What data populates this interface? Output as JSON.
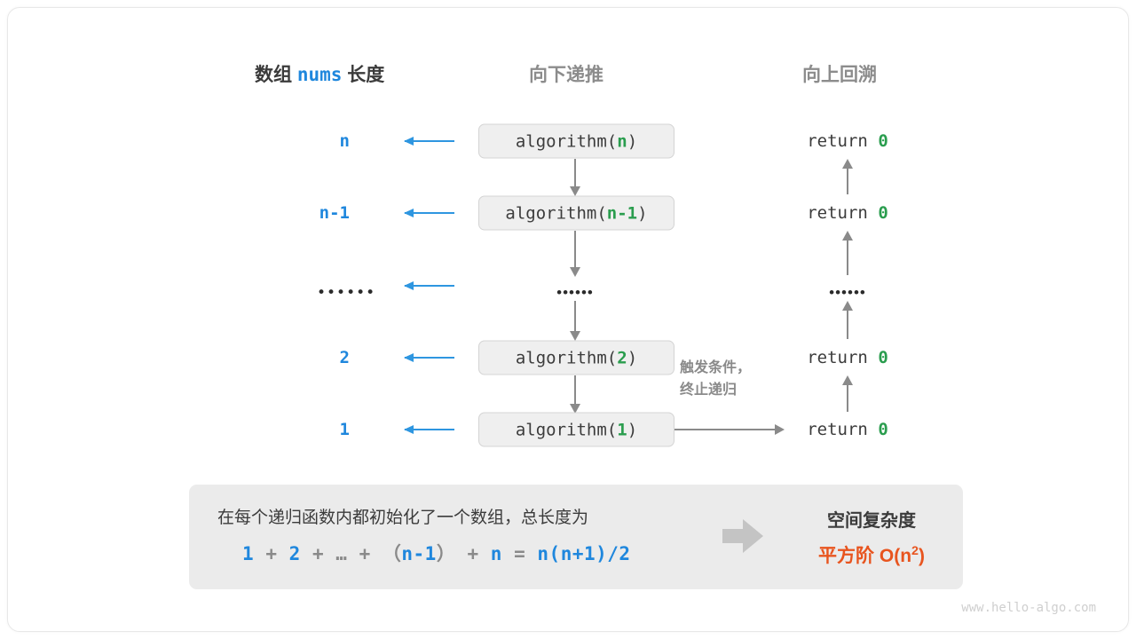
{
  "headers": {
    "left_prefix": "数组",
    "left_code": "nums",
    "left_suffix": "长度",
    "middle": "向下递推",
    "right": "向上回溯"
  },
  "rows": [
    {
      "length": "n",
      "call_name": "algorithm(",
      "call_arg": "n",
      "call_close": ")",
      "ret_keyword": "return",
      "ret_value": "0"
    },
    {
      "length": "n-1",
      "call_name": "algorithm(",
      "call_arg": "n-1",
      "call_close": ")",
      "ret_keyword": "return",
      "ret_value": "0"
    },
    {
      "length": "••••••",
      "call_name": "••••••",
      "call_arg": "",
      "call_close": "",
      "ret_keyword": "••••••",
      "ret_value": ""
    },
    {
      "length": "2",
      "call_name": "algorithm(",
      "call_arg": "2",
      "call_close": ")",
      "ret_keyword": "return",
      "ret_value": "0"
    },
    {
      "length": "1",
      "call_name": "algorithm(",
      "call_arg": "1",
      "call_close": ")",
      "ret_keyword": "return",
      "ret_value": "0"
    }
  ],
  "trigger_note": {
    "line1": "触发条件，",
    "line2": "终止递归"
  },
  "summary": {
    "text": "在每个递归函数内都初始化了一个数组，总长度为",
    "formula_terms": [
      "1",
      "+",
      "2",
      "+",
      "…",
      "+",
      "（",
      "n-1",
      "）",
      "+",
      "n",
      "=",
      "n(n+1)/2"
    ],
    "title": "空间复杂度",
    "value_label": "平方阶",
    "value_notation": "O(n",
    "value_exponent": "2",
    "value_close": ")"
  },
  "watermark": "www.hello-algo.com",
  "colors": {
    "blue": "#1f87dd",
    "arrow_blue": "#2e96e0",
    "green": "#2a9d4e",
    "gray": "#8a8a8a",
    "orange": "#e8541e",
    "box_fill": "#efefef",
    "panel_fill": "#ebebeb"
  }
}
